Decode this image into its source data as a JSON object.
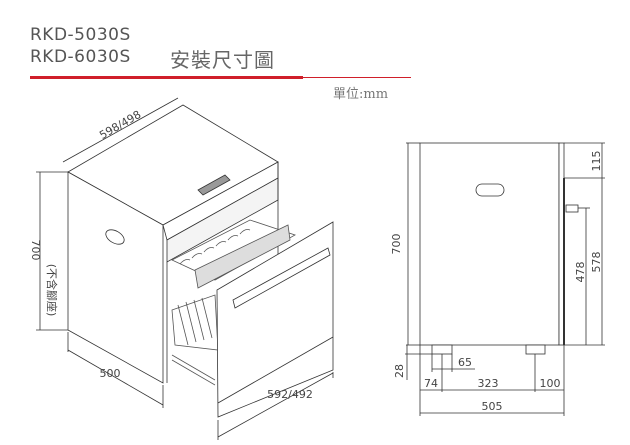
{
  "header": {
    "model_1": "RKD-5030S",
    "model_2": "RKD-6030S",
    "title": "安裝尺寸圖",
    "unit": "單位:mm",
    "accent_color": "#d01f2a"
  },
  "iso_view": {
    "width_label": "598/498",
    "height_label": "700",
    "height_note": "(不含腳座)",
    "depth_label": "500",
    "drawer_width_label": "592/492"
  },
  "side_view": {
    "height_label": "700",
    "top_panel_label": "115",
    "door_label": "578",
    "knob_label": "478",
    "foot_height_label": "28",
    "foot_width_label": "65",
    "front_foot_offset_label": "74",
    "foot_spacing_label": "323",
    "rear_foot_offset_label": "100",
    "depth_label": "505"
  }
}
